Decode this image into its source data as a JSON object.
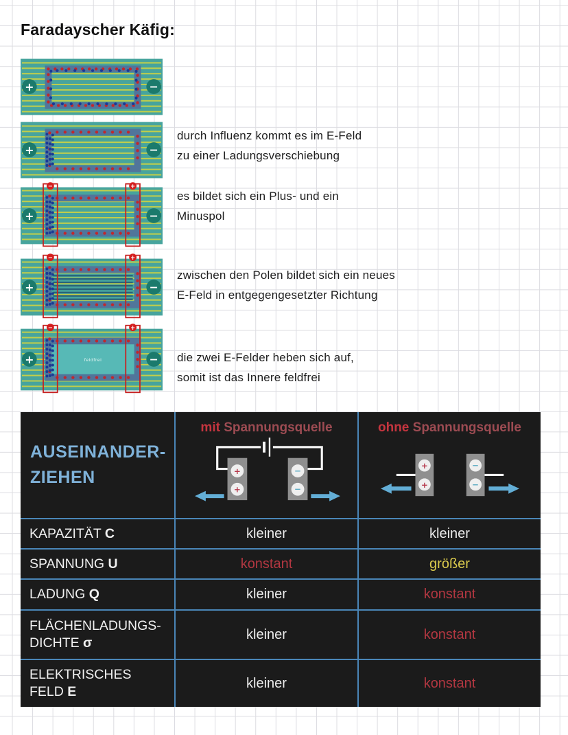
{
  "page_title": "Faradayscher Käfig:",
  "notes": [
    {
      "lines": [
        "durch Influenz kommt es im E-Feld",
        "zu einer Ladungsverschiebung"
      ]
    },
    {
      "lines": [
        "es bildet sich ein Plus- und ein",
        "Minuspol"
      ]
    },
    {
      "lines": [
        "zwischen den Polen bildet sich ein neues",
        "E-Feld in entgegengesetzter Richtung"
      ]
    },
    {
      "lines": [
        "die zwei E-Felder heben sich auf,",
        "somit ist das Innere feldfrei"
      ]
    }
  ],
  "diagram_labels": {
    "electrode_plus": "+",
    "electrode_minus": "−",
    "pole_minus": "−",
    "pole_plus": "+",
    "field_free": "feldfrei"
  },
  "table": {
    "topic_line1": "AUSEINANDER-",
    "topic_line2": "ZIEHEN",
    "columns": [
      {
        "emphasis": "mit",
        "rest": "Spannungsquelle"
      },
      {
        "emphasis": "ohne",
        "rest": "Spannungsquelle"
      }
    ],
    "rows": [
      {
        "label": "KAPAZITÄT",
        "symbol": "C",
        "mit": {
          "value": "kleiner",
          "color": "white"
        },
        "ohne": {
          "value": "kleiner",
          "color": "white"
        }
      },
      {
        "label": "SPANNUNG",
        "symbol": "U",
        "mit": {
          "value": "konstant",
          "color": "red"
        },
        "ohne": {
          "value": "größer",
          "color": "yellow"
        }
      },
      {
        "label": "LADUNG",
        "symbol": "Q",
        "mit": {
          "value": "kleiner",
          "color": "white"
        },
        "ohne": {
          "value": "konstant",
          "color": "red"
        }
      },
      {
        "label1": "FLÄCHENLADUNGS-",
        "label2": "DICHTE",
        "symbol": "σ",
        "mit": {
          "value": "kleiner",
          "color": "white"
        },
        "ohne": {
          "value": "konstant",
          "color": "red"
        }
      },
      {
        "label1": "ELEKTRISCHES",
        "label2": "FELD",
        "symbol": "E",
        "mit": {
          "value": "kleiner",
          "color": "white"
        },
        "ohne": {
          "value": "konstant",
          "color": "red"
        }
      }
    ]
  },
  "colors": {
    "value_white": "#ececec",
    "value_red": "#b23741",
    "value_yellow": "#d9c94c",
    "accent_blue_heading": "#7fb2d9",
    "table_border_blue": "#4a86b8",
    "red_emphasis": "#c5353f",
    "red_muted": "#9c4b52",
    "arrow_blue": "#63aed6",
    "diagram_teal": "#47a49d",
    "field_line_yellow": "#c3cf49",
    "cage_blue": "#51759b",
    "dot_red": "#c1272d",
    "dot_blue": "#1a3a96",
    "electrode_green": "#1b7a6c",
    "pole_marker_red": "#d41f1f",
    "field_free_teal": "#57b9b6"
  }
}
